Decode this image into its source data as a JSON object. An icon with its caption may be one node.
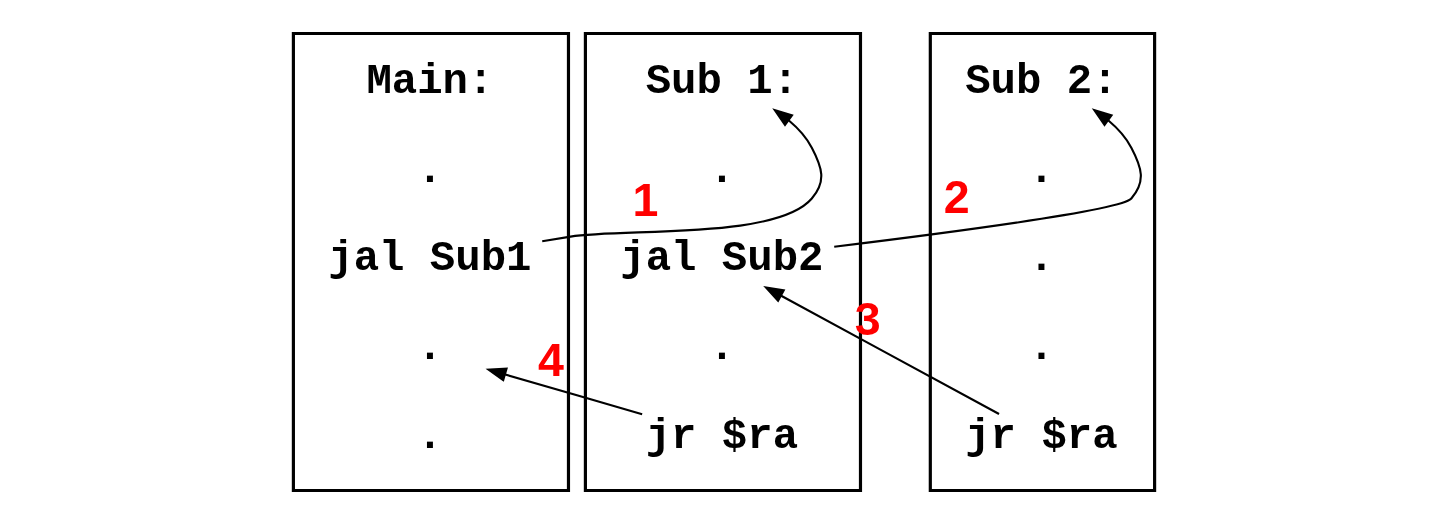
{
  "diagram": {
    "nodes": [
      {
        "text": [],
        "shape": "box"
      },
      {
        "text": [
          "Main:"
        ],
        "in": 0
      },
      {
        "text": [
          "."
        ],
        "in": 0
      },
      {
        "text": [
          "jal Sub1"
        ],
        "in": 0
      },
      {
        "text": [
          "."
        ],
        "in": 0
      },
      {
        "text": [
          "."
        ],
        "in": 0
      },
      {
        "text": [],
        "shape": "box"
      },
      {
        "text": [
          "Sub 1:"
        ],
        "in": 6
      },
      {
        "text": [
          "."
        ],
        "in": 6
      },
      {
        "text": [
          "jal Sub2"
        ],
        "in": 6
      },
      {
        "text": [
          "."
        ],
        "in": 6
      },
      {
        "text": [
          "jr $ra"
        ],
        "in": 6
      },
      {
        "text": [],
        "shape": "box"
      },
      {
        "text": [
          "Sub 2:"
        ],
        "in": 12
      },
      {
        "text": [
          "."
        ],
        "in": 12
      },
      {
        "text": [
          "."
        ],
        "in": 12
      },
      {
        "text": [
          "."
        ],
        "in": 12
      },
      {
        "text": [
          "jr $ra"
        ],
        "in": 12
      }
    ],
    "edges": [
      {
        "from": 3,
        "to": 7,
        "arrow": "to",
        "label": "1"
      },
      {
        "from": 9,
        "to": 13,
        "arrow": "to",
        "label": "2"
      },
      {
        "from": 17,
        "to": 9,
        "arrow": "to",
        "label": "3"
      },
      {
        "from": 11,
        "to": 4,
        "arrow": "to",
        "label": "4"
      }
    ]
  }
}
